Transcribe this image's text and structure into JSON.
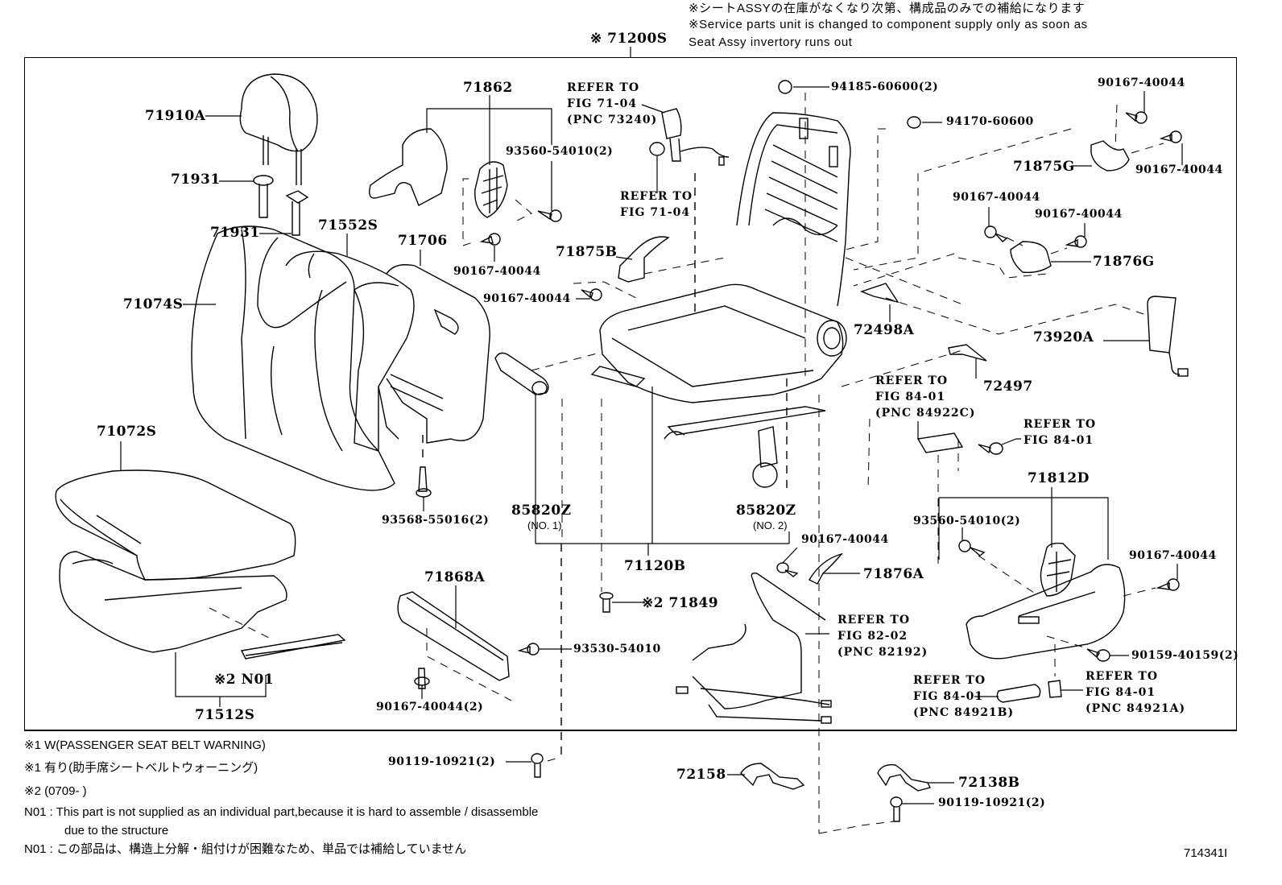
{
  "header": {
    "note_jp": "※シートASSYの在庫がなくなり次第、構成品のみでの補給になります",
    "note_en_line1": "※Service parts unit is changed to component supply only as soon as",
    "note_en_line2": "Seat Assy invertory runs out",
    "assembly_label": "※ 71200S"
  },
  "parts": {
    "p71910A": "71910A",
    "p71931a": "71931",
    "p71931b": "71931",
    "p71552S": "71552S",
    "p71706": "71706",
    "p71074S": "71074S",
    "p71072S": "71072S",
    "p71512S": "71512S",
    "pN01": "※2 N01",
    "p71862": "71862",
    "p93560_54010_top": "93560-54010(2)",
    "p90167_40044_a": "90167-40044",
    "p90167_40044_b": "90167-40044",
    "p71875B": "71875B",
    "p93568_55016": "93568-55016(2)",
    "p85820Z_1": "85820Z",
    "p85820Z_1_sub": "(NO. 1)",
    "p85820Z_2": "85820Z",
    "p85820Z_2_sub": "(NO. 2)",
    "p71120B": "71120B",
    "p71849": "※2 71849",
    "p71868A": "71868A",
    "p93530_54010": "93530-54010",
    "p90167_40044_2": "90167-40044(2)",
    "p90119_10921_left": "90119-10921(2)",
    "p94185_60600": "94185-60600(2)",
    "p94170_60600": "94170-60600",
    "p90167_40044_tr1": "90167-40044",
    "p71875G": "71875G",
    "p90167_40044_tr2": "90167-40044",
    "p90167_40044_mr1": "90167-40044",
    "p90167_40044_mr2": "90167-40044",
    "p71876G": "71876G",
    "p72498A": "72498A",
    "p73920A": "73920A",
    "p72497": "72497",
    "p71812D": "71812D",
    "p93560_54010_right": "93560-54010(2)",
    "p90167_40044_r": "90167-40044",
    "p90167_40044_c": "90167-40044",
    "p71876A": "71876A",
    "p90159_40159": "90159-40159(2)",
    "p72158": "72158",
    "p72138B": "72138B",
    "p90119_10921_right": "90119-10921(2)"
  },
  "refs": {
    "r_73240": "REFER TO\nFIG 71-04\n(PNC 73240)",
    "r_7104": "REFER TO\nFIG 71-04",
    "r_84922C": "REFER TO\nFIG 84-01\n(PNC 84922C)",
    "r_8401": "REFER TO\nFIG 84-01",
    "r_82192": "REFER TO\nFIG 82-02\n(PNC 82192)",
    "r_84921B": "REFER TO\nFIG 84-01\n(PNC 84921B)",
    "r_84921A": "REFER TO\nFIG 84-01\n(PNC 84921A)"
  },
  "footnotes": {
    "n1_en": "※1  W(PASSENGER SEAT BELT WARNING)",
    "n1_jp": "※1  有り(助手席シートベルトウォーニング)",
    "n2": "※2  (0709-      )",
    "n01_en_line1": "N01 : This part is not supplied as an individual part,because it is hard to assemble / disassemble",
    "n01_en_line2": "due to the structure",
    "n01_jp": "N01 : この部品は、構造上分解・組付けが困難なため、単品では補給していません"
  },
  "figure_id": "714341I"
}
